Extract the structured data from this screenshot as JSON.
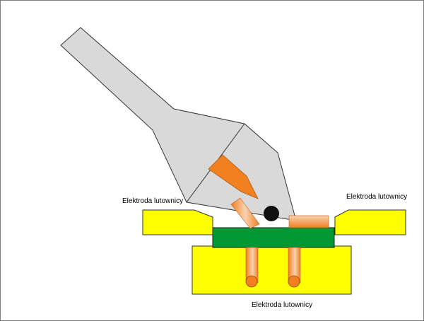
{
  "labels": {
    "left_electrode": "Elektroda lutownicy",
    "right_electrode": "Elektroda lutownicy",
    "bottom_electrode": "Elektroda lutownicy"
  },
  "colors": {
    "background": "#ffffff",
    "tool_gray": "#d9d9d9",
    "outline": "#333333",
    "electrode_yellow": "#ffff00",
    "pcb_green": "#009933",
    "copper_orange": "#f08020",
    "copper_light": "#f6c6a0",
    "ball_black": "#111111"
  }
}
